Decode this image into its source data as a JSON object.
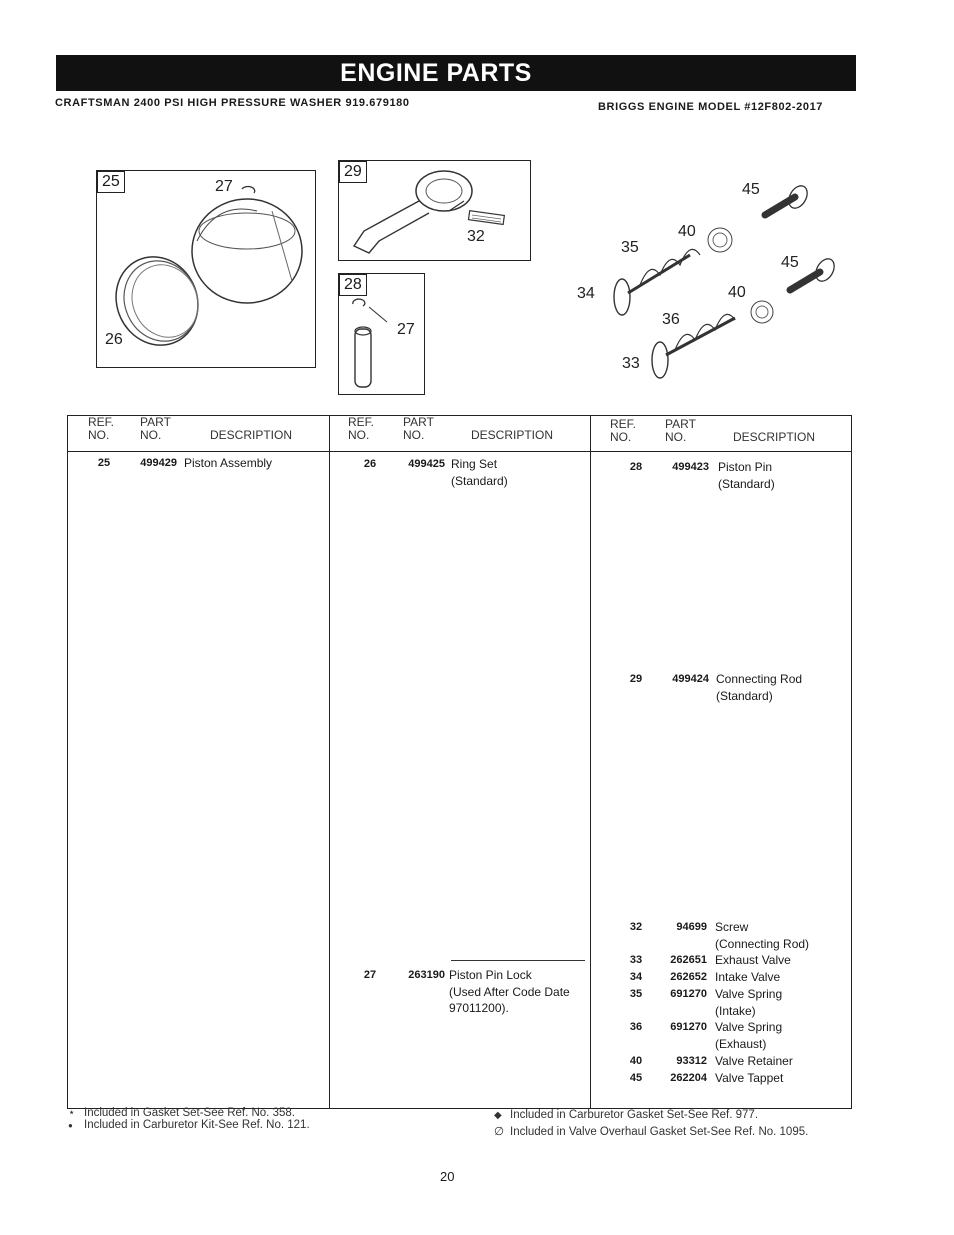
{
  "header": {
    "title": "ENGINE PARTS",
    "left_subtitle": "CRAFTSMAN 2400 PSI HIGH PRESSURE WASHER 919.679180",
    "right_subtitle": "BRIGGS ENGINE MODEL #12F802-2017"
  },
  "diagram": {
    "box_25": {
      "tag": "25",
      "callouts": [
        "27",
        "26"
      ]
    },
    "box_29": {
      "tag": "29",
      "callouts": [
        "32"
      ]
    },
    "box_28": {
      "tag": "28",
      "callouts": [
        "27"
      ]
    },
    "valves": {
      "callouts": [
        "45",
        "40",
        "35",
        "34",
        "45",
        "40",
        "36",
        "33"
      ]
    }
  },
  "table": {
    "headers": {
      "ref": "REF.\nNO.",
      "part": "PART\nNO.",
      "desc": "DESCRIPTION"
    },
    "col1": [
      {
        "ref": "25",
        "part": "499429",
        "desc": "Piston Assembly"
      }
    ],
    "col2": [
      {
        "ref": "26",
        "part": "499425",
        "desc": "Ring Set\n(Standard)"
      },
      {
        "ref": "27",
        "part": "263190",
        "desc": "Piston Pin Lock\n(Used After Code Date\n97011200)."
      }
    ],
    "col3": [
      {
        "ref": "28",
        "part": "499423",
        "desc": "Piston Pin\n(Standard)"
      },
      {
        "ref": "29",
        "part": "499424",
        "desc": "Connecting Rod\n(Standard)"
      },
      {
        "ref": "32",
        "part": "94699",
        "desc": "Screw\n(Connecting Rod)"
      },
      {
        "ref": "33",
        "part": "262651",
        "desc": "Exhaust Valve"
      },
      {
        "ref": "34",
        "part": "262652",
        "desc": "Intake Valve"
      },
      {
        "ref": "35",
        "part": "691270",
        "desc": "Valve Spring\n(Intake)"
      },
      {
        "ref": "36",
        "part": "691270",
        "desc": "Valve Spring\n(Exhaust)"
      },
      {
        "ref": "40",
        "part": "93312",
        "desc": "Valve Retainer"
      },
      {
        "ref": "45",
        "part": "262204",
        "desc": "Valve Tappet"
      }
    ]
  },
  "footnotes": {
    "star": {
      "symbol": "⋆",
      "text": "Included in Gasket Set-See Ref. No. 358."
    },
    "dot": {
      "symbol": "●",
      "text": "Included in Carburetor Kit-See Ref. No. 121."
    },
    "diamond": {
      "symbol": "◆",
      "text": "Included in Carburetor Gasket Set-See Ref. 977."
    },
    "slash": {
      "symbol": "∅",
      "text": "Included in Valve Overhaul Gasket Set-See Ref. No. 1095."
    }
  },
  "page_number": "20"
}
